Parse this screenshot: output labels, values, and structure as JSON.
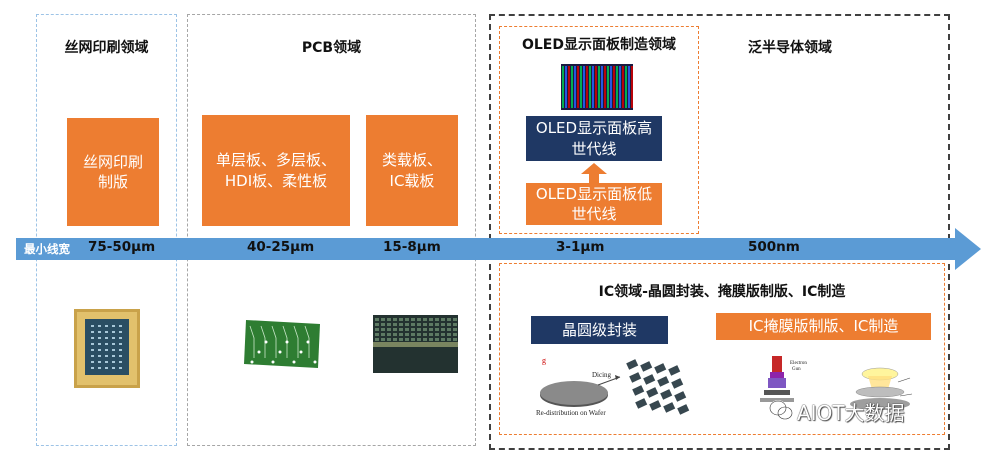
{
  "sections": {
    "screen": {
      "title": "丝网印刷领域",
      "box_label": "丝网印刷\n制版"
    },
    "pcb": {
      "title": "PCB领域",
      "box1_label": "单层板、多层板、\nHDI板、柔性板",
      "box2_label": "类载板、\nIC载板"
    },
    "oled": {
      "title": "OLED显示面板制造领域",
      "high_label": "OLED显示面板高\n世代线",
      "low_label": "OLED显示面板低\n世代线"
    },
    "semi": {
      "title": "泛半导体领域"
    },
    "ic": {
      "title": "IC领域-晶圆封装、掩膜版制版、IC制造",
      "wafer_label": "晶圆级封装",
      "mask_label": "IC掩膜版制版、IC制造",
      "figure_texts": {
        "dicing": "Dicing",
        "rdl": "Re-distribution on Wafer",
        "corner": "g",
        "electron": "Electron\nGun"
      }
    }
  },
  "axis": {
    "label": "最小线宽",
    "ticks": [
      "75-50μm",
      "40-25μm",
      "15-8μm",
      "3-1μm",
      "500nm"
    ]
  },
  "watermark": "AIOT大数据",
  "colors": {
    "orange": "#ED7D31",
    "navy": "#1F3864",
    "arrow": "#5B9BD5",
    "screen_border": "#9DC3E6",
    "pcb_border": "#A6A6A6",
    "semi_border": "#404040"
  }
}
